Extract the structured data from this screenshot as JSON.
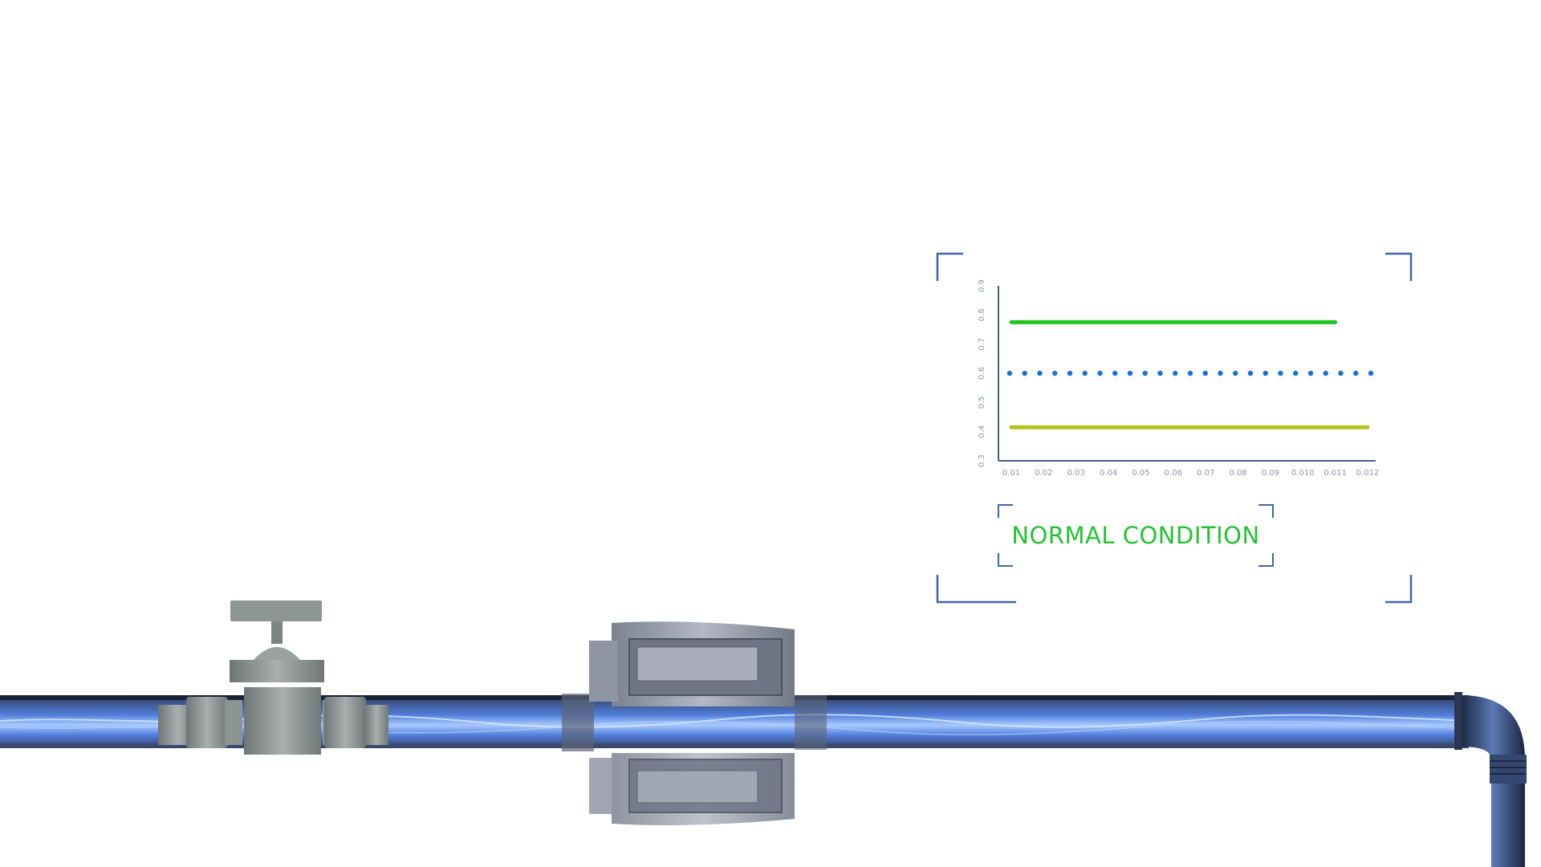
{
  "colors": {
    "frame": "#3f66ad",
    "axis": "#4a5f8a",
    "status_text": "#22c430",
    "water": "#3d6fd6",
    "pipe": "#2c3f63",
    "valve": "#8b9292",
    "sensor": "#7c818f"
  },
  "status": {
    "label": "NORMAL CONDITION"
  },
  "icons": {
    "valve": "gate-valve-icon",
    "sensor": "flow-sensor-cutaway-icon",
    "elbow": "pipe-elbow-icon"
  },
  "chart_data": {
    "type": "line",
    "x": [
      "0.01",
      "0.02",
      "0.03",
      "0.04",
      "0.05",
      "0.06",
      "0.07",
      "0.08",
      "0.09",
      "0.010",
      "0.011",
      "0.012"
    ],
    "y_ticks": [
      "0.3",
      "0.4",
      "0.5",
      "0.6",
      "0.7",
      "0.8",
      "0.9"
    ],
    "ylim": [
      0.3,
      0.9
    ],
    "series": [
      {
        "values": [
          0.775,
          0.775,
          0.775,
          0.775,
          0.775,
          0.775,
          0.775,
          0.775,
          0.775,
          0.775,
          0.775
        ],
        "color": "#1fc41f",
        "style": "solid"
      },
      {
        "values": [
          0.6,
          0.6,
          0.6,
          0.6,
          0.6,
          0.6,
          0.6,
          0.6,
          0.6,
          0.6,
          0.6,
          0.6
        ],
        "color": "#1a6fe0",
        "style": "dotted"
      },
      {
        "values": [
          0.415,
          0.415,
          0.415,
          0.415,
          0.415,
          0.415,
          0.415,
          0.415,
          0.415,
          0.415,
          0.415,
          0.415
        ],
        "color": "#b4c21c",
        "style": "solid"
      }
    ],
    "grid": false,
    "legend": "none"
  }
}
